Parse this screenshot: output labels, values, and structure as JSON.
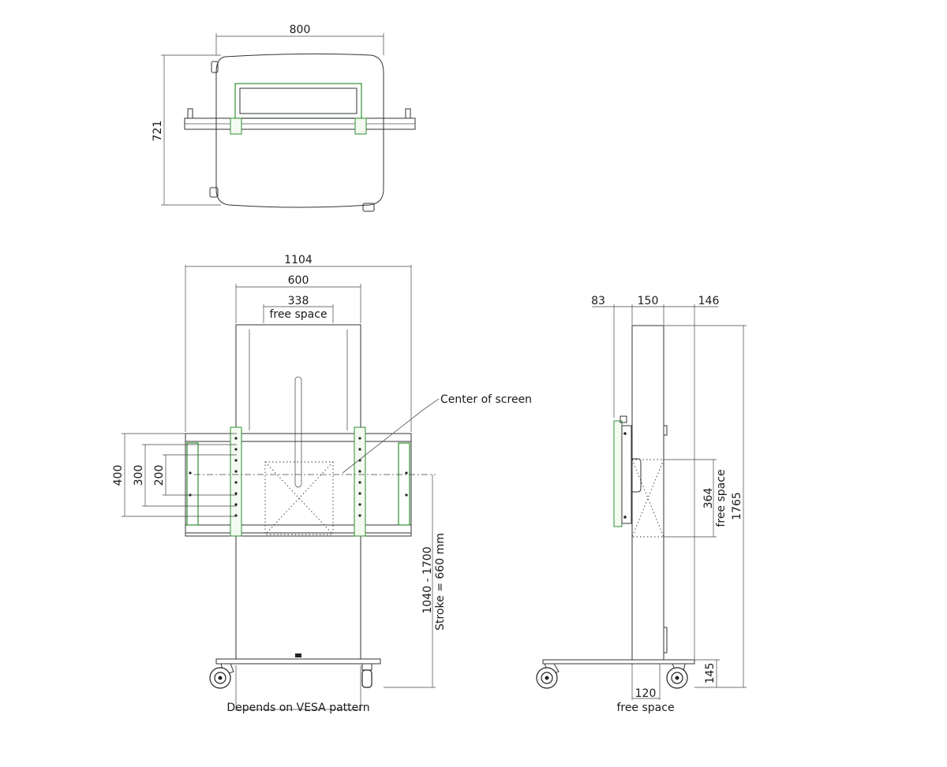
{
  "colors": {
    "line": "#333333",
    "bracket": "#2f8f2f",
    "background": "#ffffff"
  },
  "top_view": {
    "width_label": "800",
    "depth_label": "721"
  },
  "front_view": {
    "overall_width": "1104",
    "column_width": "600",
    "free_space_width": "338",
    "free_space_label": "free space",
    "vesa_400": "400",
    "vesa_300": "300",
    "vesa_200": "200",
    "center_label": "Center of screen",
    "height_range": "1040 - 1700",
    "stroke_label": "Stroke = 660 mm",
    "bottom_label": "Depends on VESA pattern"
  },
  "side_view": {
    "offset_83": "83",
    "depth_150": "150",
    "depth_146": "146",
    "free_space_364": "364",
    "free_space_label": "free space",
    "overall_height": "1765",
    "base_145": "145",
    "base_120": "120",
    "bottom_free_space": "free space"
  }
}
